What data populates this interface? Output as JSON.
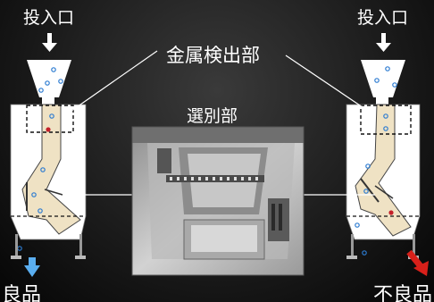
{
  "labels": {
    "input_left": "投入口",
    "input_right": "投入口",
    "metal_detector": "金属検出部",
    "sorting_section": "選別部",
    "good_product": "良品",
    "defective_product": "不良品"
  },
  "colors": {
    "background": "#141414",
    "text": "#ffffff",
    "good_arrow": "#5aaef0",
    "reject_arrow": "#d8201a",
    "chute_fill": "#efe2c4",
    "machine_body": "#ffffff"
  },
  "icons": {
    "input_arrow": "arrow-down-icon",
    "good_arrow": "arrow-down-icon",
    "reject_arrow": "arrow-down-right-icon"
  }
}
